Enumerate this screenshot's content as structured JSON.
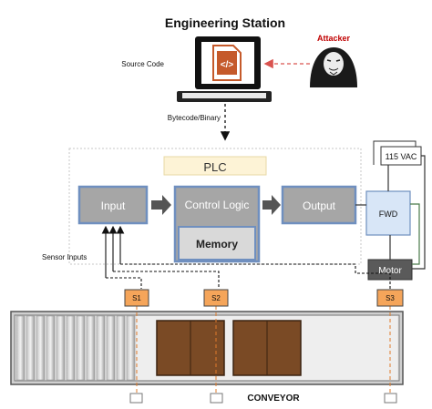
{
  "title": "Engineering Station",
  "attacker_label": "Attacker",
  "source_code_label": "Source Code",
  "bytecode_label": "Bytecode/Binary",
  "plc_label": "PLC",
  "blocks": {
    "input": "Input",
    "control_logic": "Control Logic",
    "memory": "Memory",
    "output": "Output",
    "fwd": "FWD",
    "vac": "115 VAC",
    "motor": "Motor"
  },
  "sensor_inputs_label": "Sensor Inputs",
  "sensors": [
    "S1",
    "S2",
    "S3"
  ],
  "conveyor_label": "CONVEYOR",
  "icons": {
    "workstation": "monitor-icon",
    "code_file": "code-file-icon",
    "attacker": "hooded-hacker-icon"
  },
  "colors": {
    "block_fill": "#a6a6a6",
    "block_border": "#6f8fbf",
    "plc_label_bg": "#fdf3d6",
    "memory_fill": "#d9d9d9",
    "sensor_fill": "#f5a55a",
    "sensor_line": "#e07b2a",
    "attack_line": "#d9534f",
    "fwd_fill": "#d8e6f7",
    "motor_fill": "#5a5a5a",
    "box_fill": "#7a4a25",
    "connector_green": "#4a7a4a"
  }
}
